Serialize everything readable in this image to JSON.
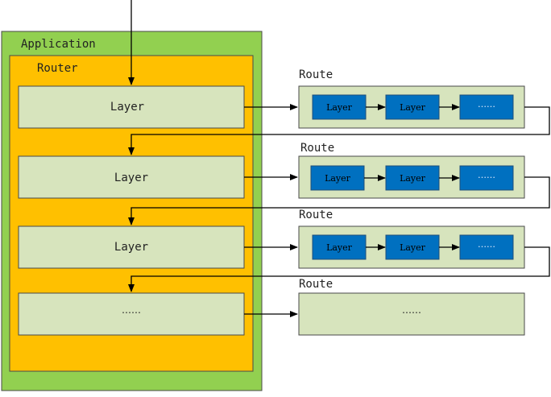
{
  "colors": {
    "application_fill": "#92d050",
    "router_fill": "#ffc000",
    "layer_fill": "#d7e4bd",
    "route_fill": "#d7e4bd",
    "blue_layer_fill": "#0070c0",
    "border": "#4a4a4a",
    "arrow": "#000000"
  },
  "application": {
    "label": "Application"
  },
  "router": {
    "label": "Router",
    "layers": [
      {
        "label": "Layer"
      },
      {
        "label": "Layer"
      },
      {
        "label": "Layer"
      },
      {
        "label": "……"
      }
    ]
  },
  "routes": [
    {
      "label": "Route",
      "items": [
        "Layer",
        "Layer",
        "……"
      ]
    },
    {
      "label": "Route",
      "items": [
        "Layer",
        "Layer",
        "……"
      ]
    },
    {
      "label": "Route",
      "items": [
        "Layer",
        "Layer",
        "……"
      ]
    },
    {
      "label": "Route",
      "content": "……"
    }
  ]
}
